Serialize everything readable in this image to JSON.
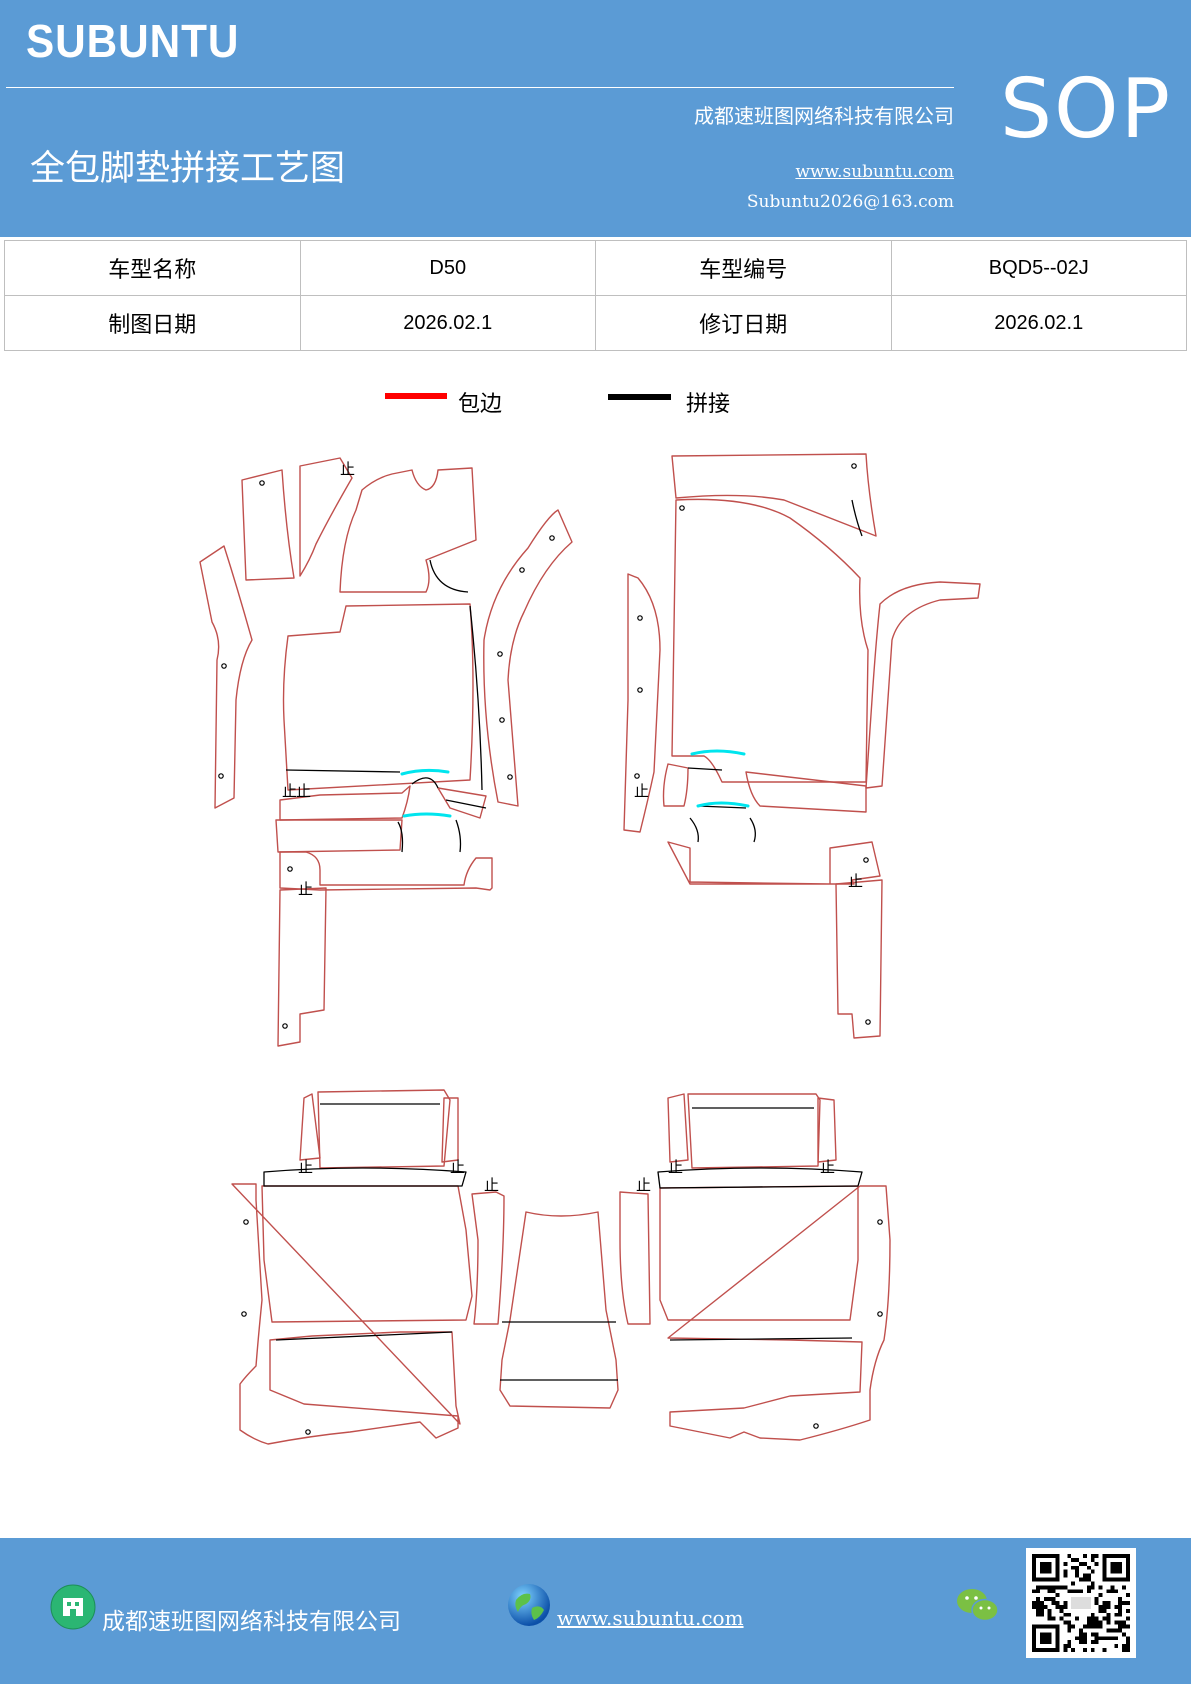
{
  "header": {
    "brand": "SUBUNTU",
    "company": "成都速班图网络科技有限公司",
    "title": "全包脚垫拼接工艺图",
    "website": "www.subuntu.com",
    "email": "Subuntu2026@163.com",
    "badge": "SOP",
    "background_color": "#5b9bd5"
  },
  "info_table": {
    "rows": [
      [
        {
          "label": "车型名称",
          "value": "D50"
        },
        {
          "label": "车型编号",
          "value": "BQD5--02J"
        }
      ],
      [
        {
          "label": "制图日期",
          "value": "2026.02.1"
        },
        {
          "label": "修订日期",
          "value": "2026.02.1"
        }
      ]
    ]
  },
  "legend": [
    {
      "label": "包边",
      "color": "#ff0000"
    },
    {
      "label": "拼接",
      "color": "#000000"
    }
  ],
  "drawing": {
    "outline_color": "#c0504d",
    "seam_color": "#000000",
    "joint_color": "#00e5ee",
    "marker_text": "止"
  },
  "footer": {
    "company": "成都速班图网络科技有限公司",
    "website": "www.subuntu.com",
    "icons": [
      "building-icon",
      "globe-icon",
      "wechat-icon",
      "qr-code"
    ]
  }
}
